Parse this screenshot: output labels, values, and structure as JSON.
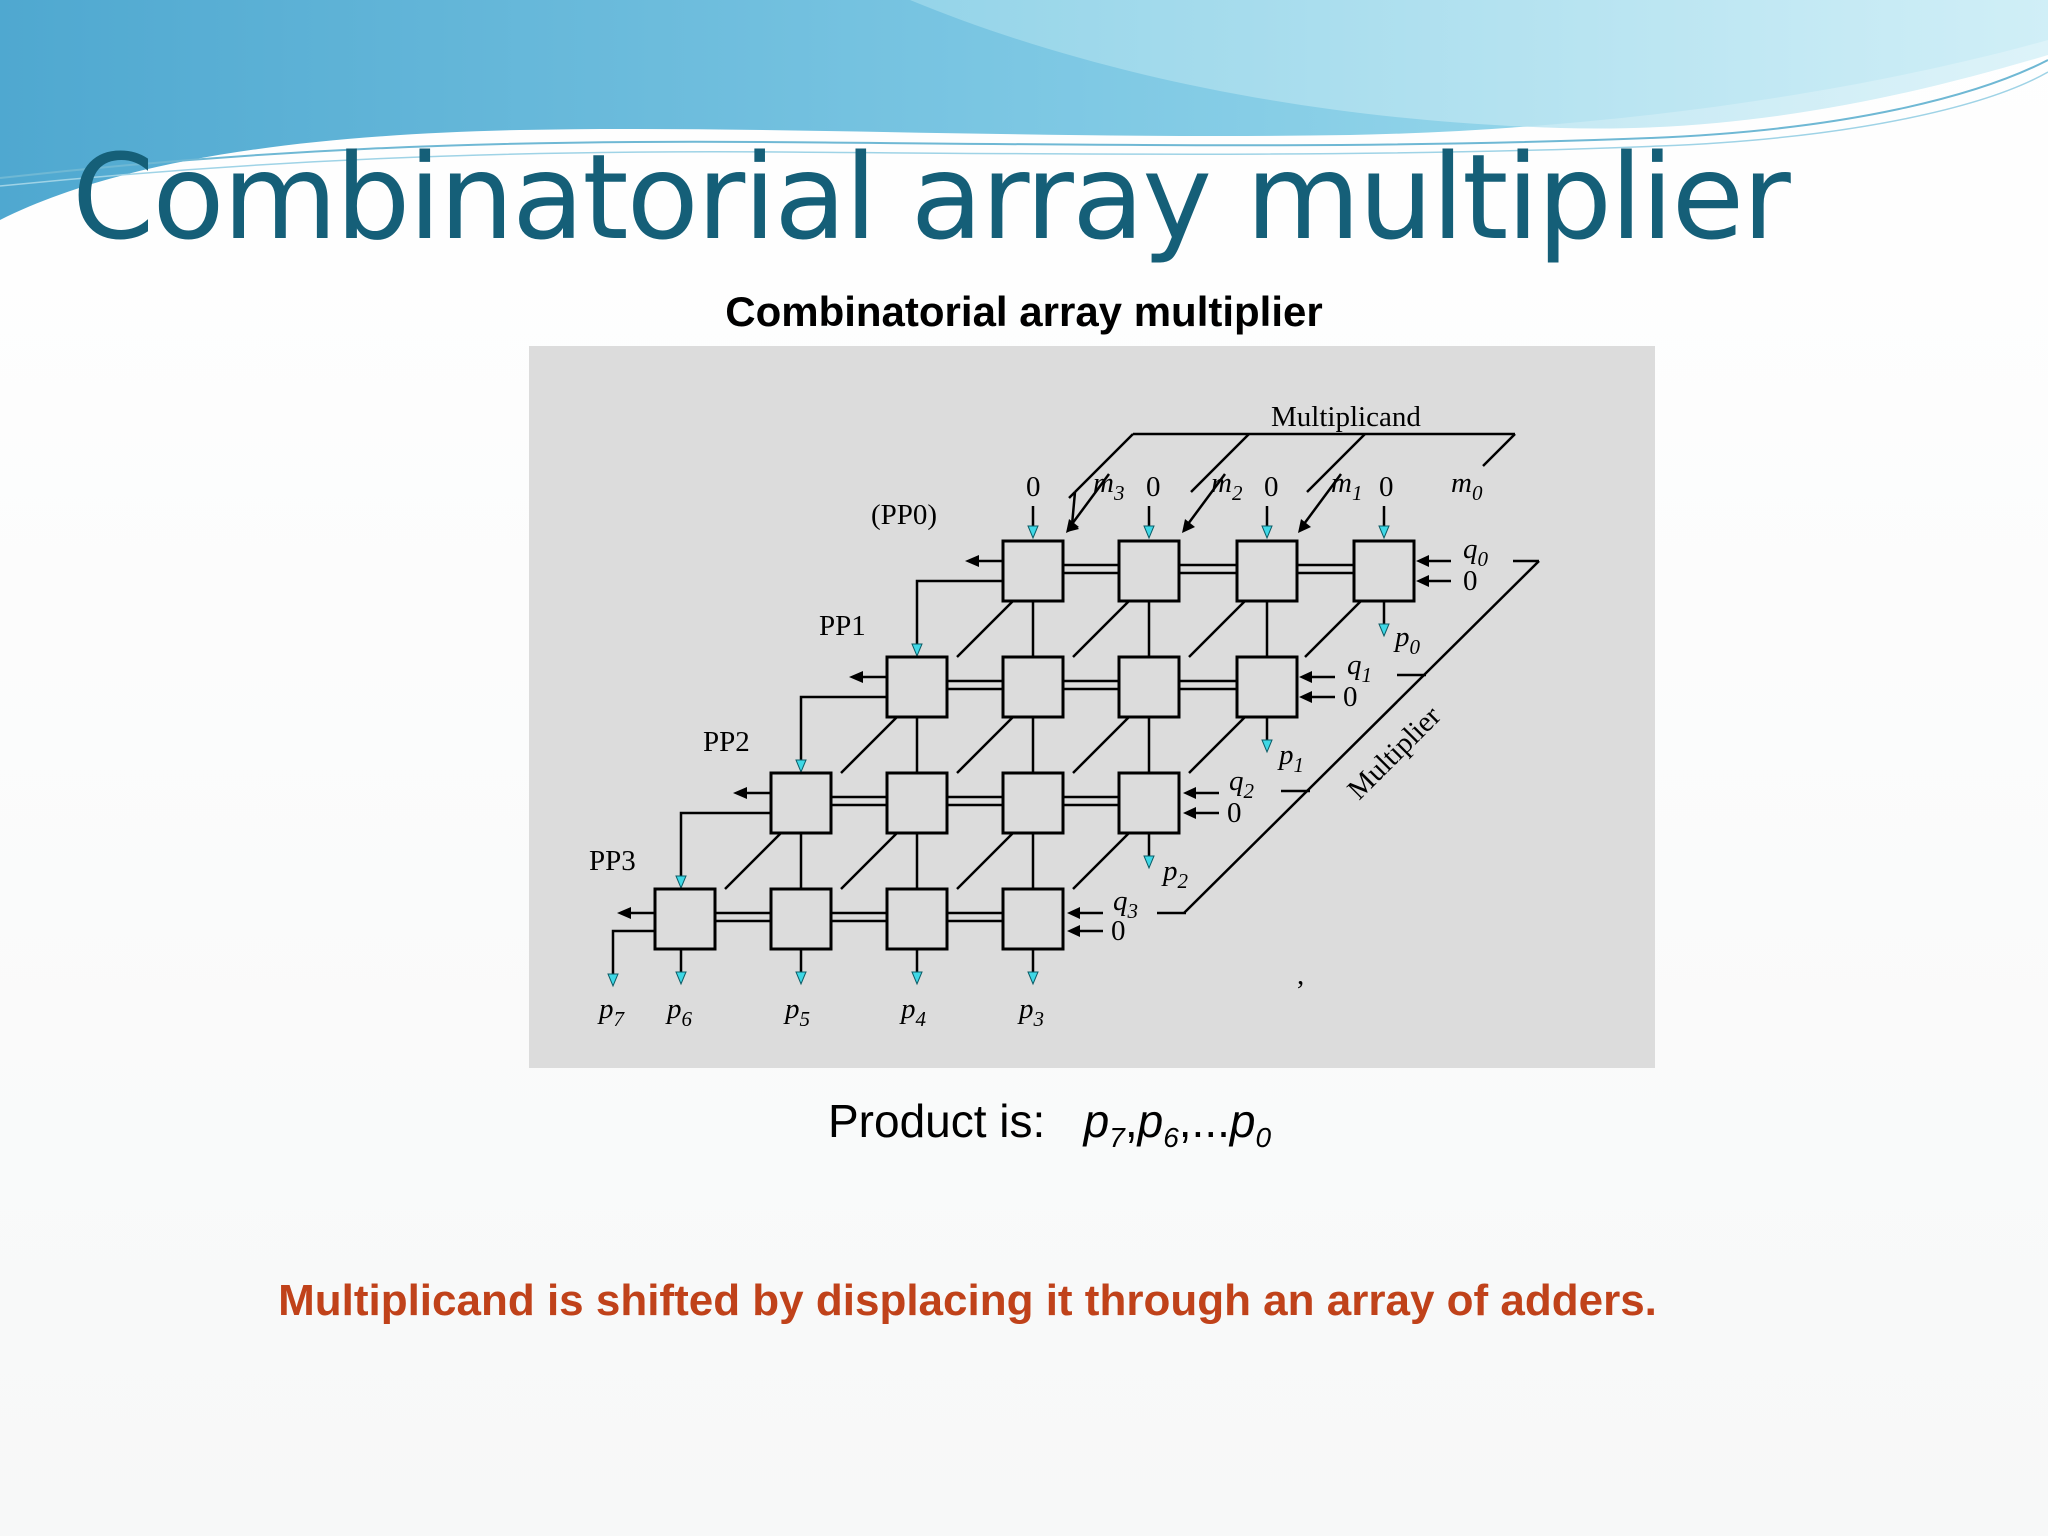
{
  "slide": {
    "title": "Combinatorial array multiplier",
    "figure_caption": "Combinatorial array multiplier",
    "product_prefix": "Product is:",
    "product_terms": [
      {
        "var": "p",
        "sub": "7",
        "sep": ","
      },
      {
        "var": "p",
        "sub": "6",
        "sep": ",..."
      },
      {
        "var": "p",
        "sub": "0",
        "sep": ""
      }
    ],
    "note": "Multiplicand is shifted by displacing it through an array of adders."
  },
  "diagram": {
    "multiplicand_label": "Multiplicand",
    "multiplier_label": "Multiplier",
    "partial_product_labels": [
      "(PP0)",
      "PP1",
      "PP2",
      "PP3"
    ],
    "multiplicand_bits": [
      {
        "var": "m",
        "sub": "3"
      },
      {
        "var": "m",
        "sub": "2"
      },
      {
        "var": "m",
        "sub": "1"
      },
      {
        "var": "m",
        "sub": "0"
      }
    ],
    "multiplier_bits": [
      {
        "var": "q",
        "sub": "0"
      },
      {
        "var": "q",
        "sub": "1"
      },
      {
        "var": "q",
        "sub": "2"
      },
      {
        "var": "q",
        "sub": "3"
      }
    ],
    "product_bits": [
      {
        "var": "p",
        "sub": "0"
      },
      {
        "var": "p",
        "sub": "1"
      },
      {
        "var": "p",
        "sub": "2"
      },
      {
        "var": "p",
        "sub": "3"
      },
      {
        "var": "p",
        "sub": "4"
      },
      {
        "var": "p",
        "sub": "5"
      },
      {
        "var": "p",
        "sub": "6"
      },
      {
        "var": "p",
        "sub": "7"
      }
    ],
    "zero_input": "0",
    "stray_mark": ","
  }
}
